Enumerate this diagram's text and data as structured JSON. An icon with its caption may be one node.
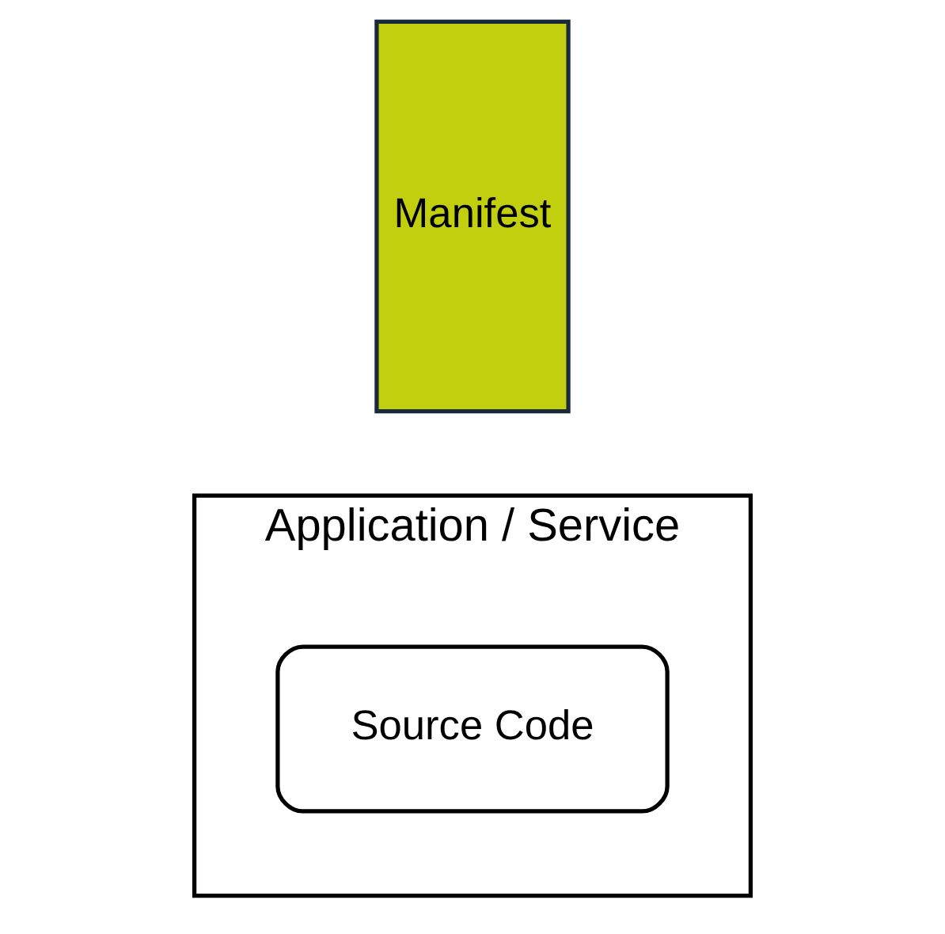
{
  "diagram": {
    "nodes": [
      {
        "text": [
          "Application / Service"
        ]
      },
      {
        "text": [
          "Source Code"
        ],
        "in": 0
      },
      {
        "text": [
          "Manifest"
        ]
      }
    ],
    "edges": []
  }
}
